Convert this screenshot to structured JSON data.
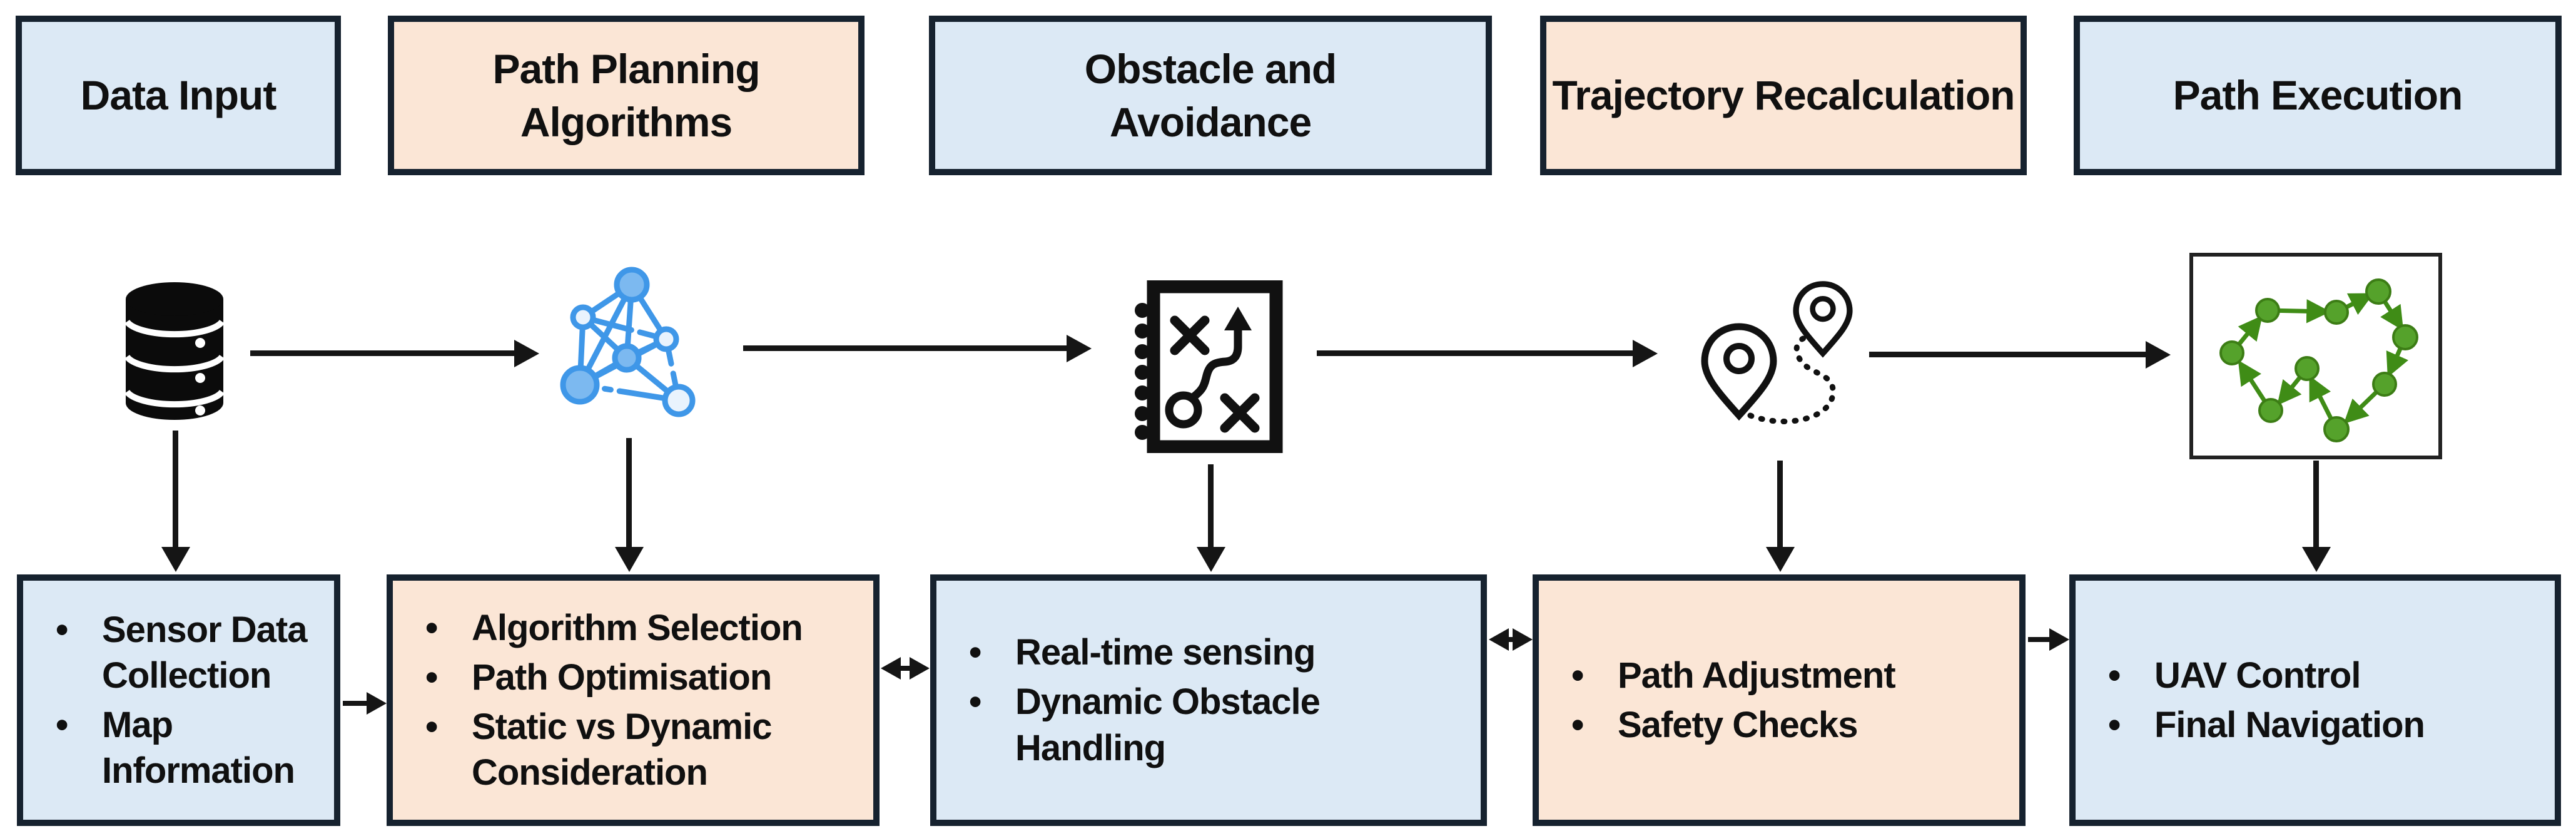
{
  "palette": {
    "blue_fill": "#dce9f5",
    "peach_fill": "#fbe6d6",
    "box_border": "#16222f",
    "text_color": "#101010",
    "arrow_color": "#151515",
    "network_icon_blue": "#3f97e8",
    "tour_icon_green": "#55a22b",
    "tour_icon_green_dark": "#3f8c16"
  },
  "bullets": {
    "char": "•"
  },
  "columns": [
    {
      "header": {
        "label": "Data Input",
        "tone": "blue"
      },
      "icon": "database-icon",
      "details": {
        "tone": "blue",
        "items": [
          "Sensor Data Collection",
          "Map Information"
        ]
      }
    },
    {
      "header": {
        "label": "Path Planning Algorithms",
        "tone": "peach"
      },
      "icon": "network-graph-icon",
      "details": {
        "tone": "peach",
        "items": [
          "Algorithm Selection",
          "Path Optimisation",
          "Static vs Dynamic Consideration"
        ]
      }
    },
    {
      "header": {
        "label": "Obstacle and Avoidance",
        "tone": "blue"
      },
      "icon": "strategy-playbook-icon",
      "details": {
        "tone": "blue",
        "items": [
          "Real-time sensing",
          "Dynamic Obstacle Handling"
        ]
      }
    },
    {
      "header": {
        "label": "Trajectory Recalculation",
        "tone": "peach"
      },
      "icon": "route-pins-icon",
      "details": {
        "tone": "peach",
        "items": [
          "Path Adjustment",
          "Safety Checks"
        ]
      }
    },
    {
      "header": {
        "label": "Path Execution",
        "tone": "blue"
      },
      "icon": "tour-graph-icon",
      "details": {
        "tone": "blue",
        "items": [
          "UAV Control",
          "Final Navigation"
        ]
      }
    }
  ]
}
